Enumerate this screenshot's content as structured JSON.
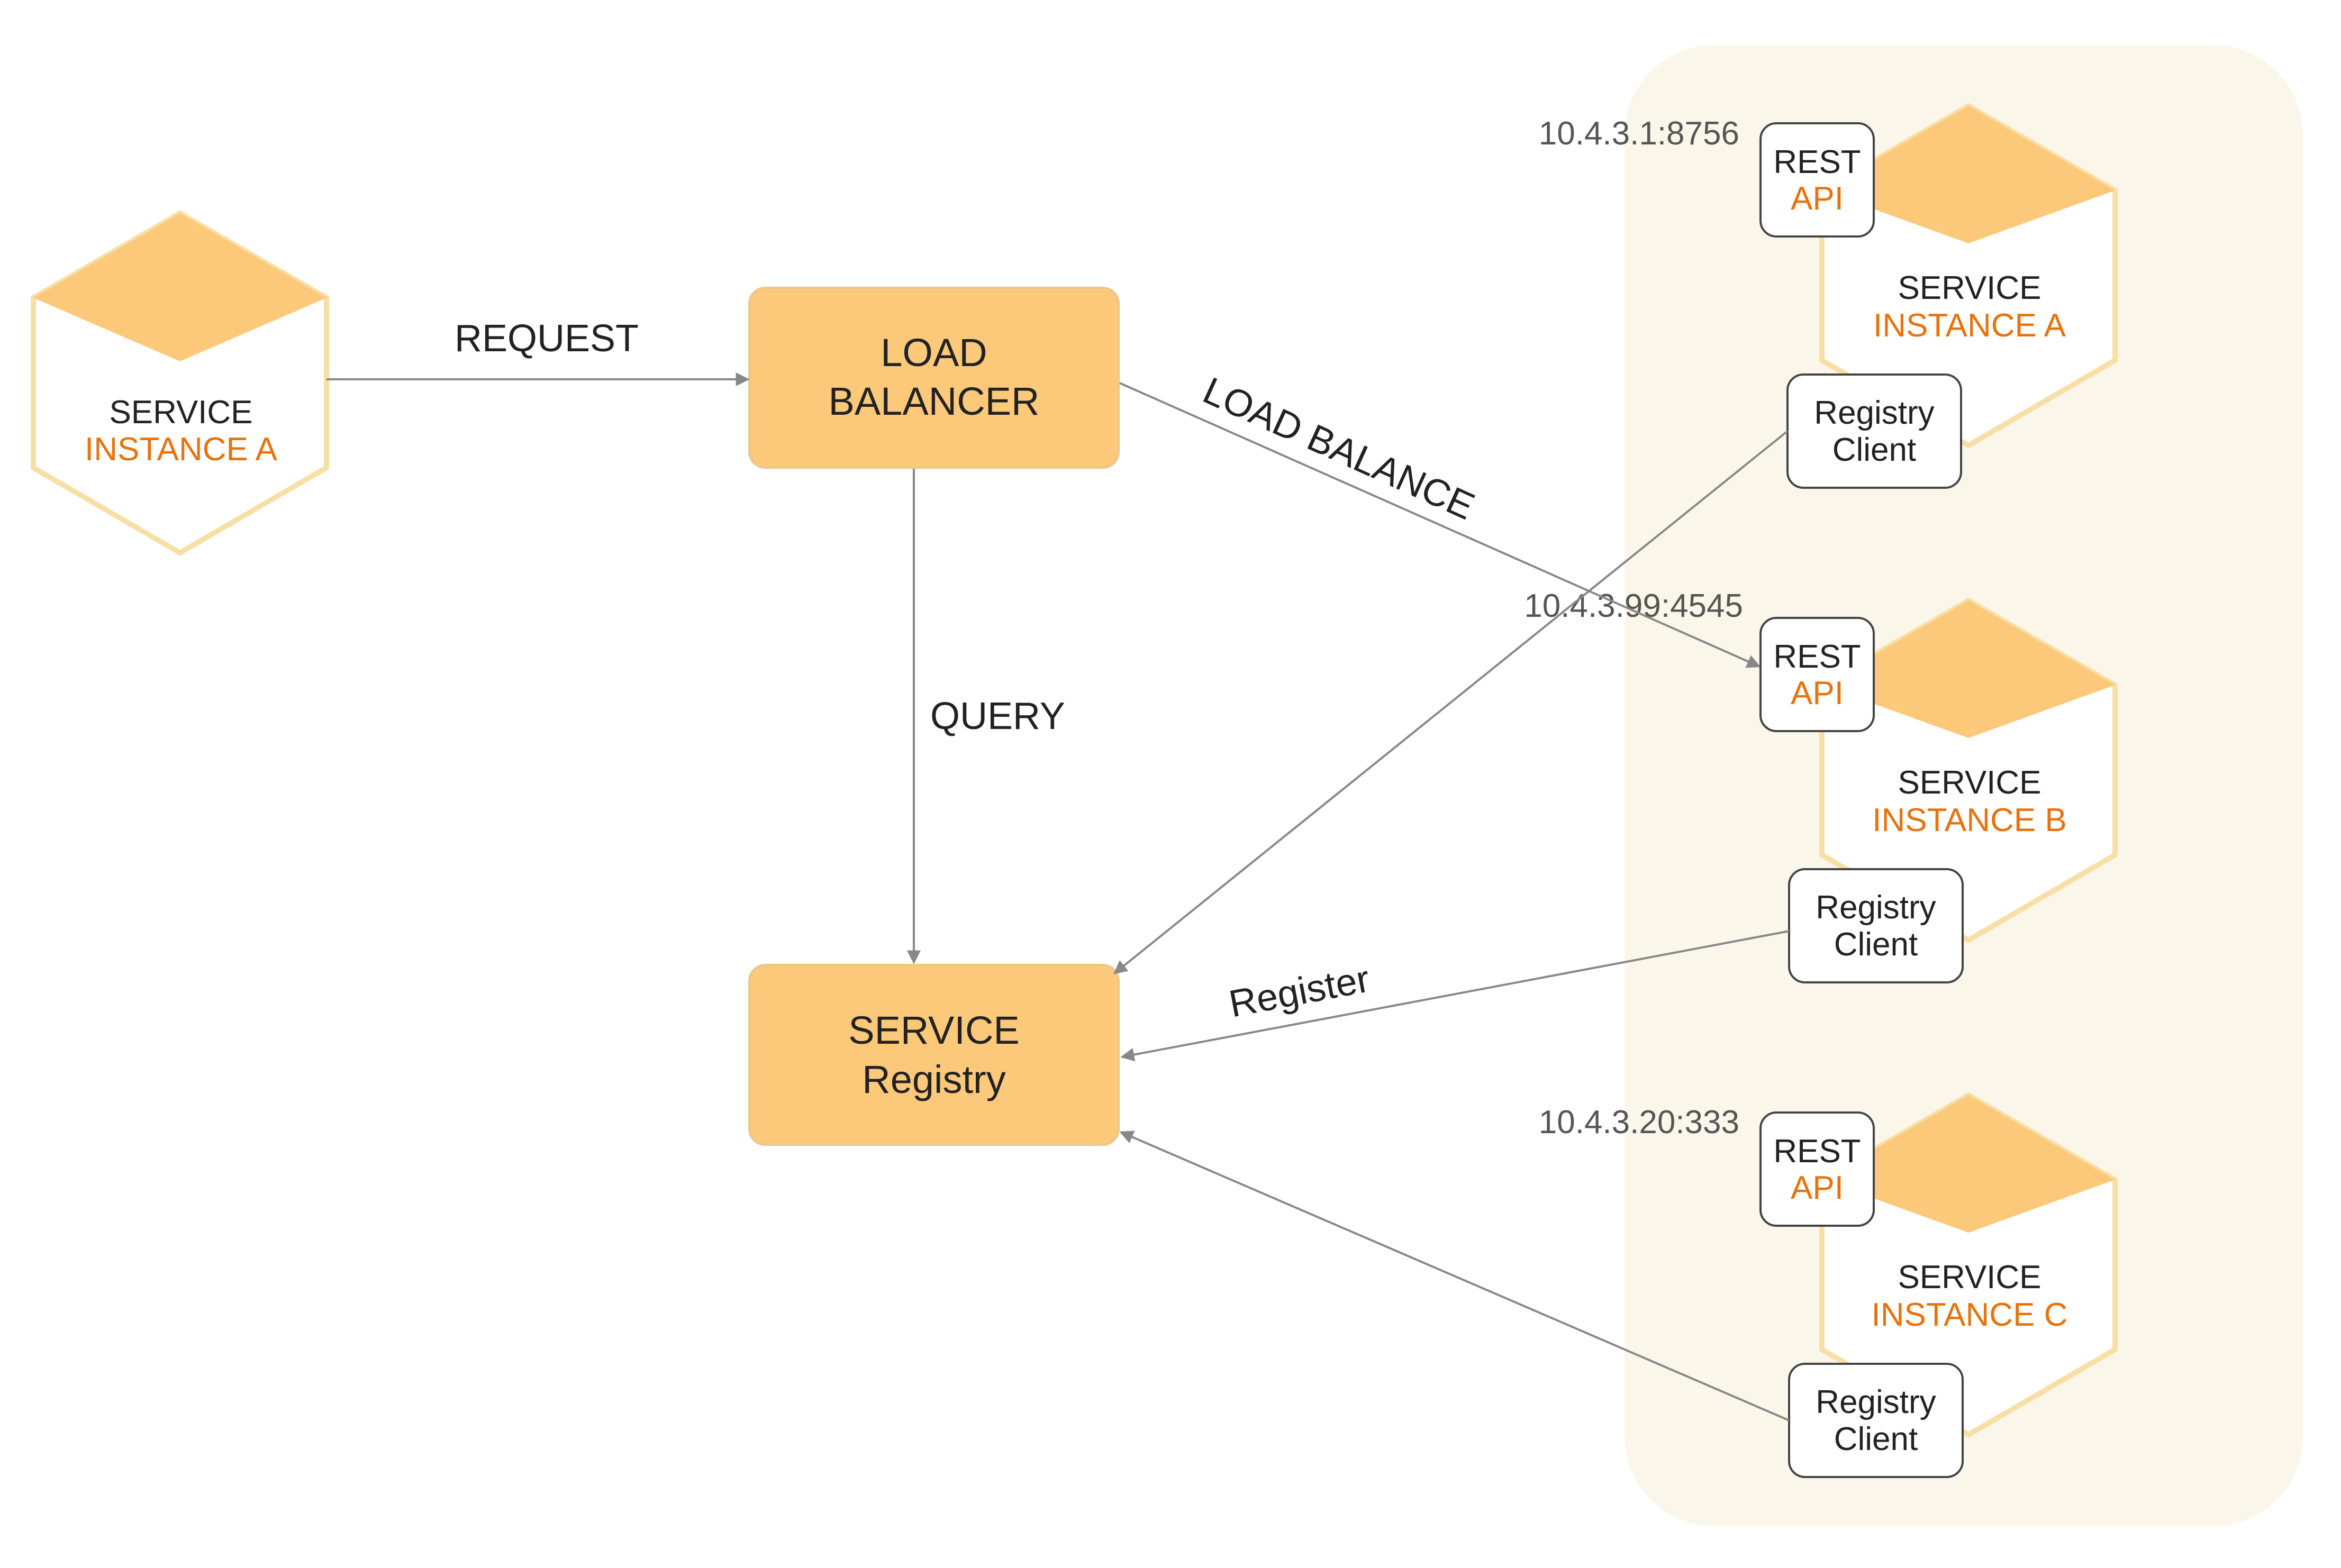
{
  "colors": {
    "hex_fill": "#fcc97a",
    "hex_stroke": "#f7dfa6",
    "accent_orange": "#e8720c",
    "text_dark": "#222222",
    "text_gray": "#555555",
    "edge": "#888888",
    "group_bg": "#faf7ea",
    "box_fill": "#fcc97a",
    "box_stroke": "#e8c88c"
  },
  "client": {
    "line1": "SERVICE",
    "line2": "INSTANCE A"
  },
  "load_balancer": {
    "line1": "LOAD",
    "line2": "BALANCER"
  },
  "registry": {
    "line1": "SERVICE",
    "line2": "Registry"
  },
  "edges": {
    "request": "REQUEST",
    "load_balance": "LOAD BALANCE",
    "query": "QUERY",
    "register": "Register"
  },
  "instances": [
    {
      "address": "10.4.3.1:8756",
      "api_line1": "REST",
      "api_line2": "API",
      "svc_line1": "SERVICE",
      "svc_line2": "INSTANCE A",
      "client_line1": "Registry",
      "client_line2": "Client"
    },
    {
      "address": "10.4.3.99:4545",
      "api_line1": "REST",
      "api_line2": "API",
      "svc_line1": "SERVICE",
      "svc_line2": "INSTANCE B",
      "client_line1": "Registry",
      "client_line2": "Client"
    },
    {
      "address": "10.4.3.20:333",
      "api_line1": "REST",
      "api_line2": "API",
      "svc_line1": "SERVICE",
      "svc_line2": "INSTANCE C",
      "client_line1": "Registry",
      "client_line2": "Client"
    }
  ]
}
